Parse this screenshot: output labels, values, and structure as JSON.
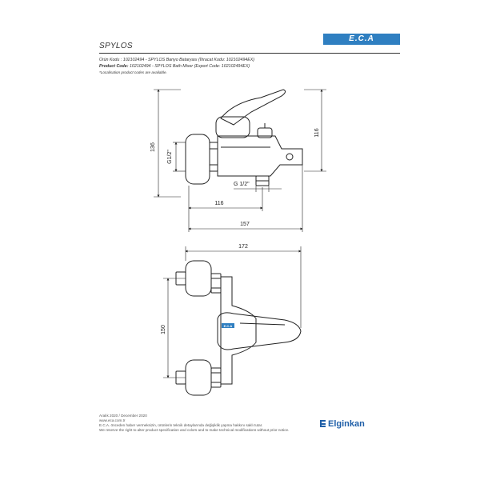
{
  "header": {
    "product_name": "SPYLOS",
    "logo_text": "E.C.A"
  },
  "info": {
    "tr_label": "Ürün Kodu",
    "tr_value": ": 102102494 - SPYLOS Banyo Bataryası (İhracat Kodu: 102102494EX)",
    "en_label": "Product Code:",
    "en_value": "102102494 - SPYLOS Bath Mixer (Export Code: 102102494EX)",
    "note": "*Localisation product codes are available."
  },
  "drawing": {
    "side_view": {
      "dim_height_total": "136",
      "dim_height_right": "116",
      "dim_thread_left": "G1/2\"",
      "dim_thread_bottom": "G 1/2\"",
      "dim_width_inner": "116",
      "dim_width_outer": "157"
    },
    "top_view": {
      "dim_width": "172",
      "dim_spacing": "150",
      "handle_logo": "E.C.A"
    }
  },
  "footer": {
    "date": "Aralık 2020 / December 2020",
    "website": "www.eca.com.tr",
    "legal_tr": "E.C.A. önceden haber vermeksizin, ürünlerin teknik detaylarında değişiklik yapma hakkını saklı tutar.",
    "legal_en": "We reserve the right to alter product specification and colors and to make technical modifications without prior notice.",
    "brand": "Elginkan"
  },
  "colors": {
    "logo_bg": "#2f7fc1",
    "brand": "#1f5fa8",
    "line": "#222222"
  }
}
